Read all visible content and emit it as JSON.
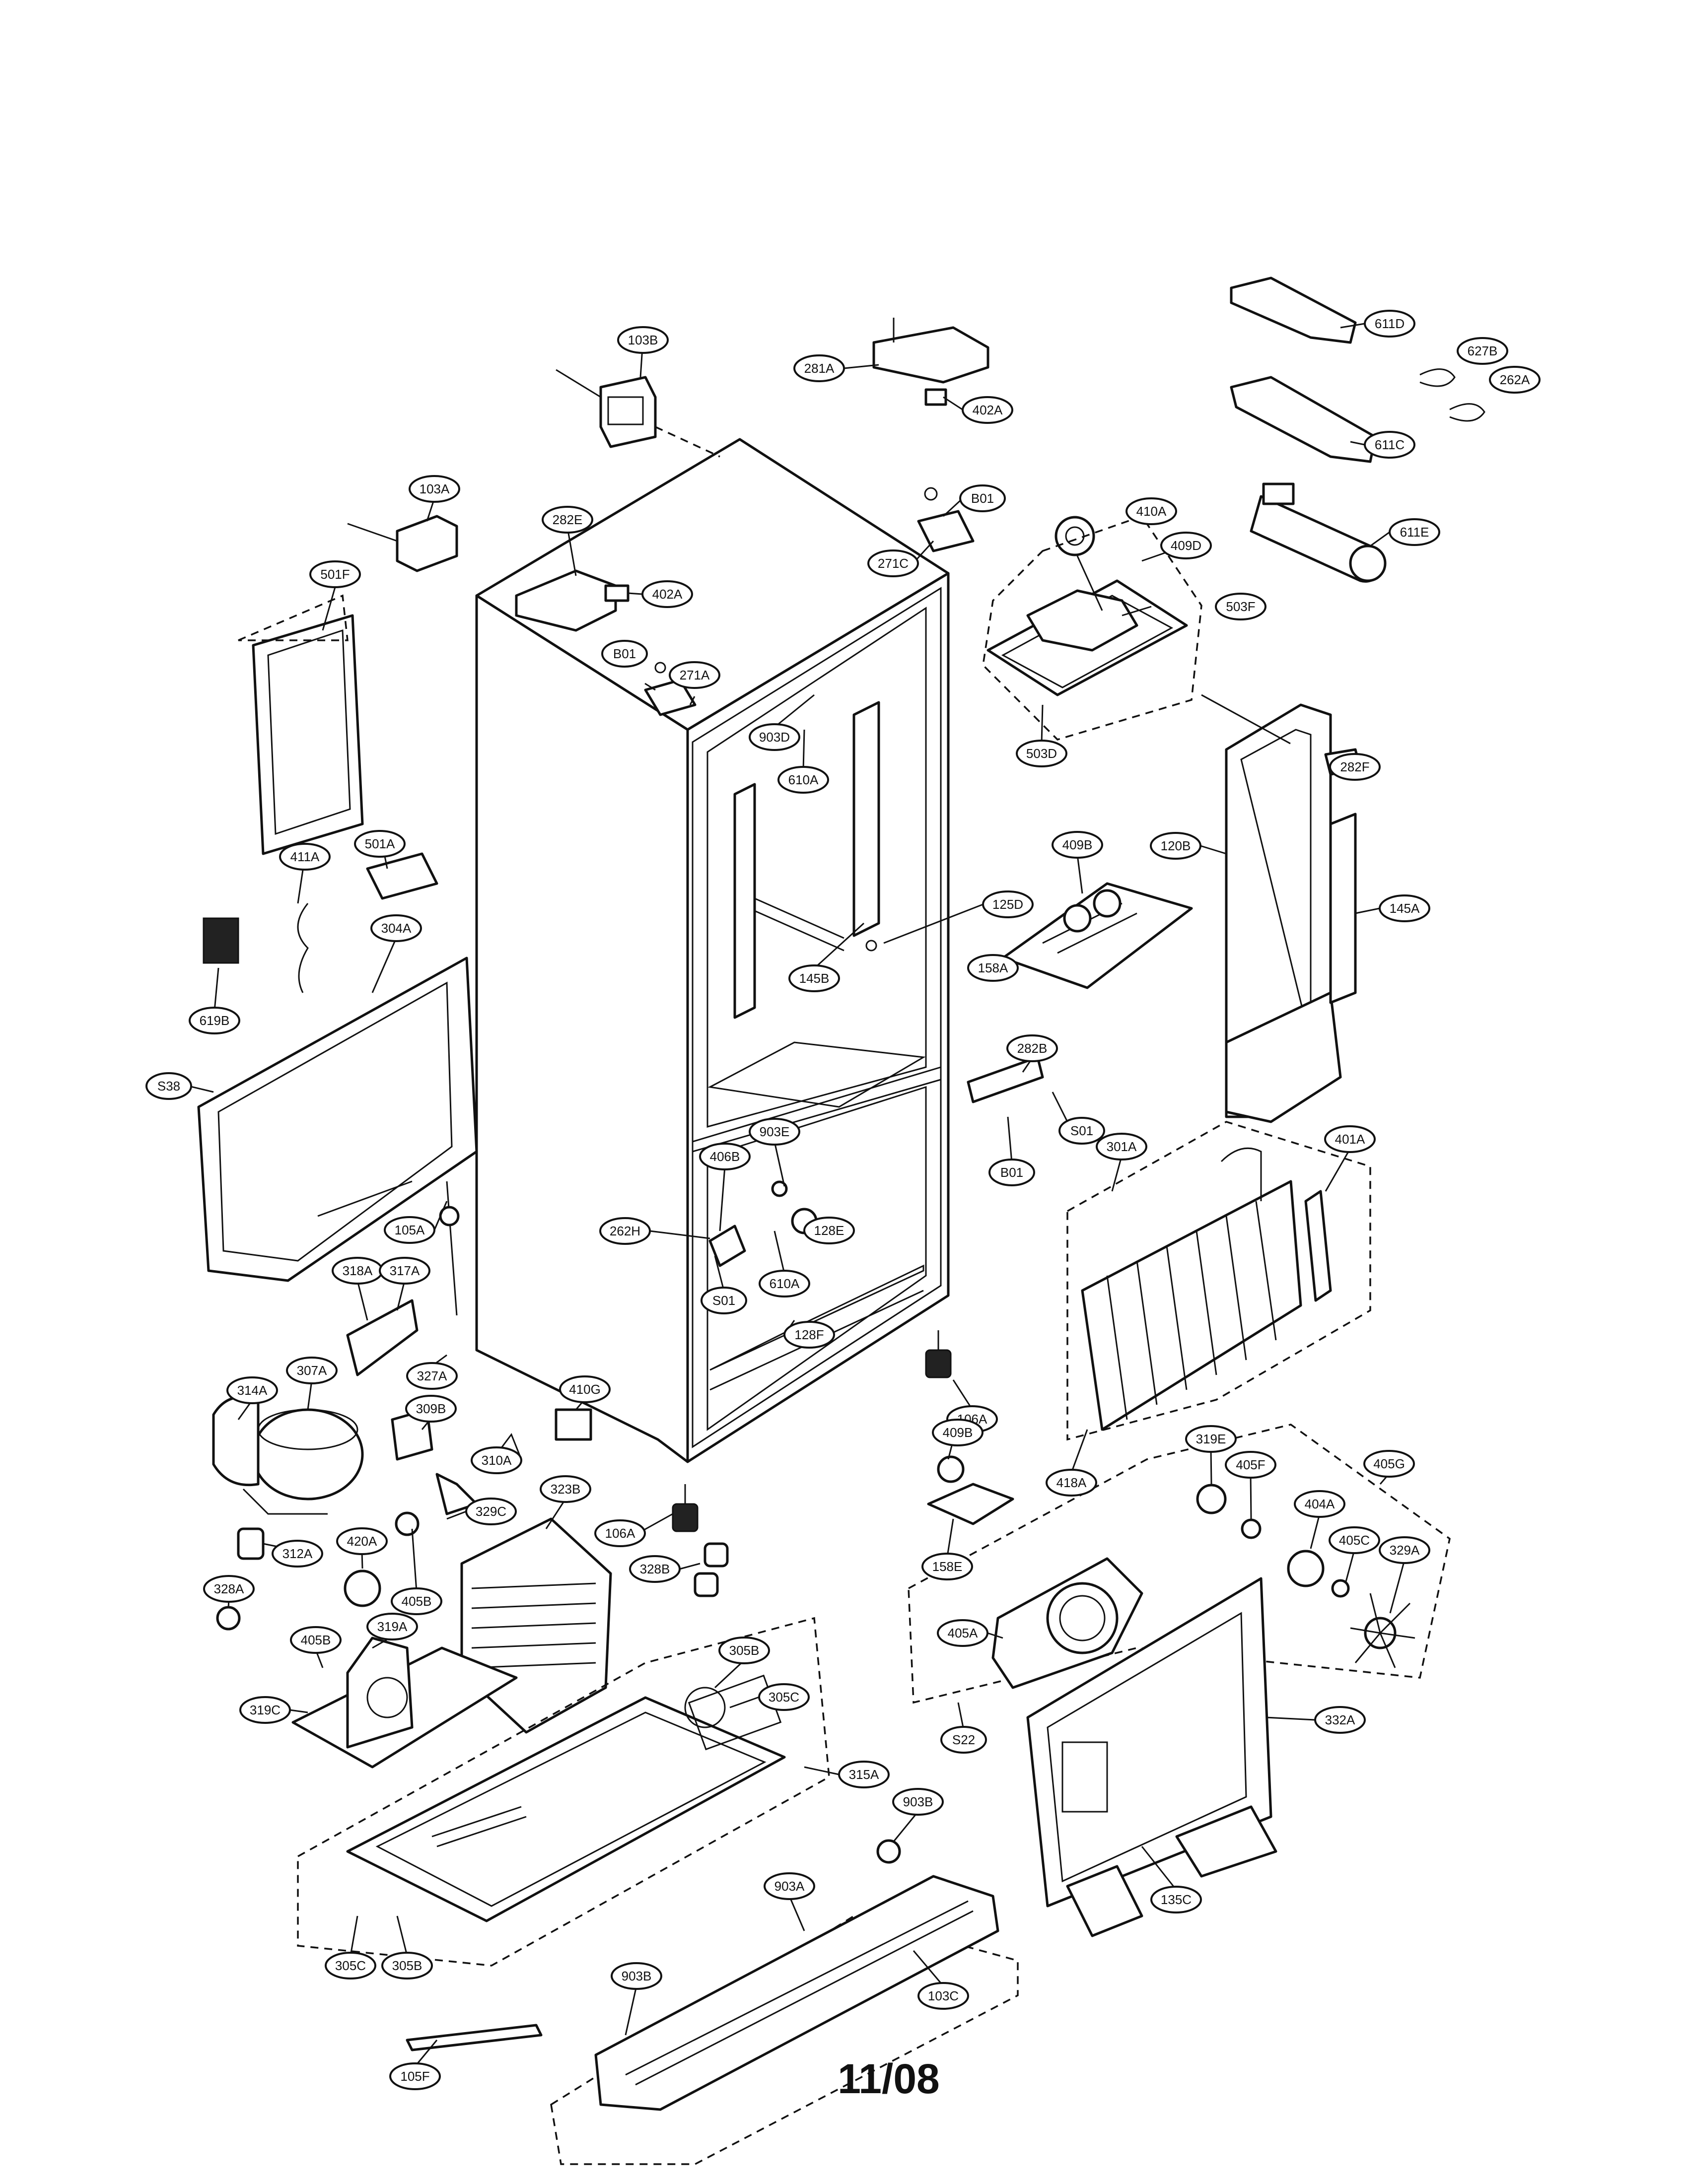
{
  "footer": {
    "date_code": "11/08"
  },
  "callouts": [
    {
      "id": "103B",
      "text": "103B"
    },
    {
      "id": "281A",
      "text": "281A"
    },
    {
      "id": "402A-top",
      "text": "402A"
    },
    {
      "id": "611D",
      "text": "611D"
    },
    {
      "id": "627B",
      "text": "627B"
    },
    {
      "id": "262A",
      "text": "262A"
    },
    {
      "id": "611C",
      "text": "611C"
    },
    {
      "id": "611E",
      "text": "611E"
    },
    {
      "id": "103A",
      "text": "103A"
    },
    {
      "id": "282E",
      "text": "282E"
    },
    {
      "id": "402A",
      "text": "402A"
    },
    {
      "id": "B01-top",
      "text": "B01"
    },
    {
      "id": "271C",
      "text": "271C"
    },
    {
      "id": "410A",
      "text": "410A"
    },
    {
      "id": "409D",
      "text": "409D"
    },
    {
      "id": "503F",
      "text": "503F"
    },
    {
      "id": "501F",
      "text": "501F"
    },
    {
      "id": "B01-mid",
      "text": "B01"
    },
    {
      "id": "271A",
      "text": "271A"
    },
    {
      "id": "903D",
      "text": "903D"
    },
    {
      "id": "610A-top",
      "text": "610A"
    },
    {
      "id": "503D",
      "text": "503D"
    },
    {
      "id": "282F",
      "text": "282F"
    },
    {
      "id": "409B-top",
      "text": "409B"
    },
    {
      "id": "120B",
      "text": "120B"
    },
    {
      "id": "125D",
      "text": "125D"
    },
    {
      "id": "145A",
      "text": "145A"
    },
    {
      "id": "501A",
      "text": "501A"
    },
    {
      "id": "411A",
      "text": "411A"
    },
    {
      "id": "158A",
      "text": "158A"
    },
    {
      "id": "304A",
      "text": "304A"
    },
    {
      "id": "619B",
      "text": "619B"
    },
    {
      "id": "145B",
      "text": "145B"
    },
    {
      "id": "282B",
      "text": "282B"
    },
    {
      "id": "S38",
      "text": "S38"
    },
    {
      "id": "S01-right",
      "text": "S01"
    },
    {
      "id": "903E",
      "text": "903E"
    },
    {
      "id": "B01-low",
      "text": "B01"
    },
    {
      "id": "301A",
      "text": "301A"
    },
    {
      "id": "406B",
      "text": "406B"
    },
    {
      "id": "401A",
      "text": "401A"
    },
    {
      "id": "105A",
      "text": "105A"
    },
    {
      "id": "262H",
      "text": "262H"
    },
    {
      "id": "128E",
      "text": "128E"
    },
    {
      "id": "610A-low",
      "text": "610A"
    },
    {
      "id": "318A",
      "text": "318A"
    },
    {
      "id": "317A",
      "text": "317A"
    },
    {
      "id": "S01-left",
      "text": "S01"
    },
    {
      "id": "128F",
      "text": "128F"
    },
    {
      "id": "327A",
      "text": "327A"
    },
    {
      "id": "314A",
      "text": "314A"
    },
    {
      "id": "307A",
      "text": "307A"
    },
    {
      "id": "410G",
      "text": "410G"
    },
    {
      "id": "106A-right",
      "text": "106A"
    },
    {
      "id": "309B",
      "text": "309B"
    },
    {
      "id": "409B-low",
      "text": "409B"
    },
    {
      "id": "310A",
      "text": "310A"
    },
    {
      "id": "418A",
      "text": "418A"
    },
    {
      "id": "319E",
      "text": "319E"
    },
    {
      "id": "405F",
      "text": "405F"
    },
    {
      "id": "405G",
      "text": "405G"
    },
    {
      "id": "323B",
      "text": "323B"
    },
    {
      "id": "329C",
      "text": "329C"
    },
    {
      "id": "404A",
      "text": "404A"
    },
    {
      "id": "106A-left",
      "text": "106A"
    },
    {
      "id": "420A",
      "text": "420A"
    },
    {
      "id": "405B-mid",
      "text": "405B"
    },
    {
      "id": "312A",
      "text": "312A"
    },
    {
      "id": "328B",
      "text": "328B"
    },
    {
      "id": "158E",
      "text": "158E"
    },
    {
      "id": "405C",
      "text": "405C"
    },
    {
      "id": "329A",
      "text": "329A"
    },
    {
      "id": "328A",
      "text": "328A"
    },
    {
      "id": "405A",
      "text": "405A"
    },
    {
      "id": "405B-low",
      "text": "405B"
    },
    {
      "id": "319A",
      "text": "319A"
    },
    {
      "id": "305B-top",
      "text": "305B"
    },
    {
      "id": "319C",
      "text": "319C"
    },
    {
      "id": "305C-top",
      "text": "305C"
    },
    {
      "id": "332A",
      "text": "332A"
    },
    {
      "id": "S22",
      "text": "S22"
    },
    {
      "id": "315A",
      "text": "315A"
    },
    {
      "id": "903B-top",
      "text": "903B"
    },
    {
      "id": "903A",
      "text": "903A"
    },
    {
      "id": "135C",
      "text": "135C"
    },
    {
      "id": "305C-low",
      "text": "305C"
    },
    {
      "id": "305B-low",
      "text": "305B"
    },
    {
      "id": "103C",
      "text": "103C"
    },
    {
      "id": "903B-low",
      "text": "903B"
    },
    {
      "id": "105F",
      "text": "105F"
    }
  ]
}
